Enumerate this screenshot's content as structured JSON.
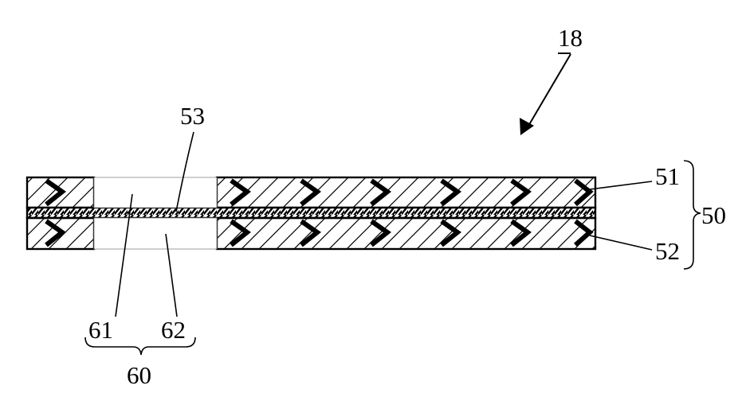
{
  "figure": {
    "reference_numeral": "18",
    "labels": {
      "layer_upper": "51",
      "layer_lower": "52",
      "middle_layer": "53",
      "stack": "50",
      "opening_upper": "61",
      "opening_lower": "62",
      "opening": "60"
    },
    "colors": {
      "ink": "#000000",
      "paper": "#ffffff"
    }
  }
}
